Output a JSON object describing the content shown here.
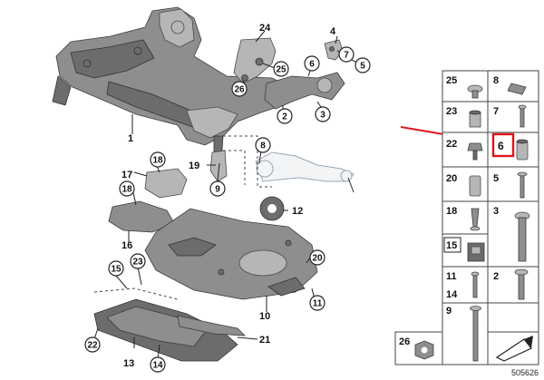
{
  "diagram_number": "505626",
  "main_callouts": [
    {
      "id": "c1",
      "label": "1",
      "circled": false
    },
    {
      "id": "c2",
      "label": "2",
      "circled": true
    },
    {
      "id": "c3",
      "label": "3",
      "circled": true
    },
    {
      "id": "c4",
      "label": "4",
      "circled": false
    },
    {
      "id": "c5",
      "label": "5",
      "circled": true
    },
    {
      "id": "c6",
      "label": "6",
      "circled": true
    },
    {
      "id": "c7",
      "label": "7",
      "circled": true
    },
    {
      "id": "c8",
      "label": "8",
      "circled": true
    },
    {
      "id": "c9",
      "label": "9",
      "circled": true
    },
    {
      "id": "c10",
      "label": "10",
      "circled": false
    },
    {
      "id": "c11",
      "label": "11",
      "circled": true
    },
    {
      "id": "c12",
      "label": "12",
      "circled": false
    },
    {
      "id": "c13",
      "label": "13",
      "circled": false
    },
    {
      "id": "c14",
      "label": "14",
      "circled": true
    },
    {
      "id": "c15",
      "label": "15",
      "circled": true
    },
    {
      "id": "c16",
      "label": "16",
      "circled": false
    },
    {
      "id": "c17",
      "label": "17",
      "circled": false
    },
    {
      "id": "c18a",
      "label": "18",
      "circled": true
    },
    {
      "id": "c18b",
      "label": "18",
      "circled": true
    },
    {
      "id": "c19",
      "label": "19",
      "circled": false
    },
    {
      "id": "c20",
      "label": "20",
      "circled": true
    },
    {
      "id": "c21",
      "label": "21",
      "circled": false
    },
    {
      "id": "c22",
      "label": "22",
      "circled": true
    },
    {
      "id": "c23",
      "label": "23",
      "circled": true
    },
    {
      "id": "c24",
      "label": "24",
      "circled": false
    },
    {
      "id": "c25",
      "label": "25",
      "circled": true
    },
    {
      "id": "c26",
      "label": "26",
      "circled": true
    }
  ],
  "grid_cells": [
    {
      "id": "g25",
      "label": "25"
    },
    {
      "id": "g8",
      "label": "8"
    },
    {
      "id": "g23",
      "label": "23"
    },
    {
      "id": "g7",
      "label": "7"
    },
    {
      "id": "g22",
      "label": "22"
    },
    {
      "id": "g6",
      "label": "6",
      "highlighted": true
    },
    {
      "id": "g20",
      "label": "20"
    },
    {
      "id": "g5",
      "label": "5"
    },
    {
      "id": "g18",
      "label": "18"
    },
    {
      "id": "g3",
      "label": "3"
    },
    {
      "id": "g15",
      "label": "15"
    },
    {
      "id": "g11",
      "label": "11"
    },
    {
      "id": "g14",
      "label": "14"
    },
    {
      "id": "g2",
      "label": "2"
    },
    {
      "id": "g9",
      "label": "9"
    },
    {
      "id": "g26",
      "label": "26"
    }
  ],
  "colors": {
    "highlight": "#e3141c",
    "part": "#8e8e8e",
    "outline": "#3c3c3c"
  }
}
